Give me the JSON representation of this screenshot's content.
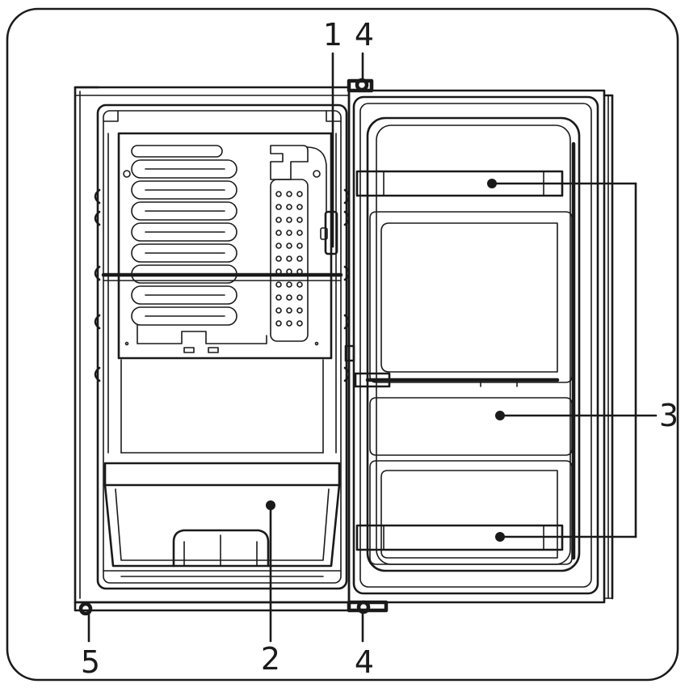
{
  "diagram": {
    "callouts": [
      {
        "id": "1",
        "label": "1"
      },
      {
        "id": "4-top",
        "label": "4"
      },
      {
        "id": "3",
        "label": "3"
      },
      {
        "id": "2",
        "label": "2"
      },
      {
        "id": "5",
        "label": "5"
      },
      {
        "id": "4-bottom",
        "label": "4"
      }
    ],
    "colors": {
      "line": "#1a1a1a",
      "background": "#ffffff"
    }
  }
}
